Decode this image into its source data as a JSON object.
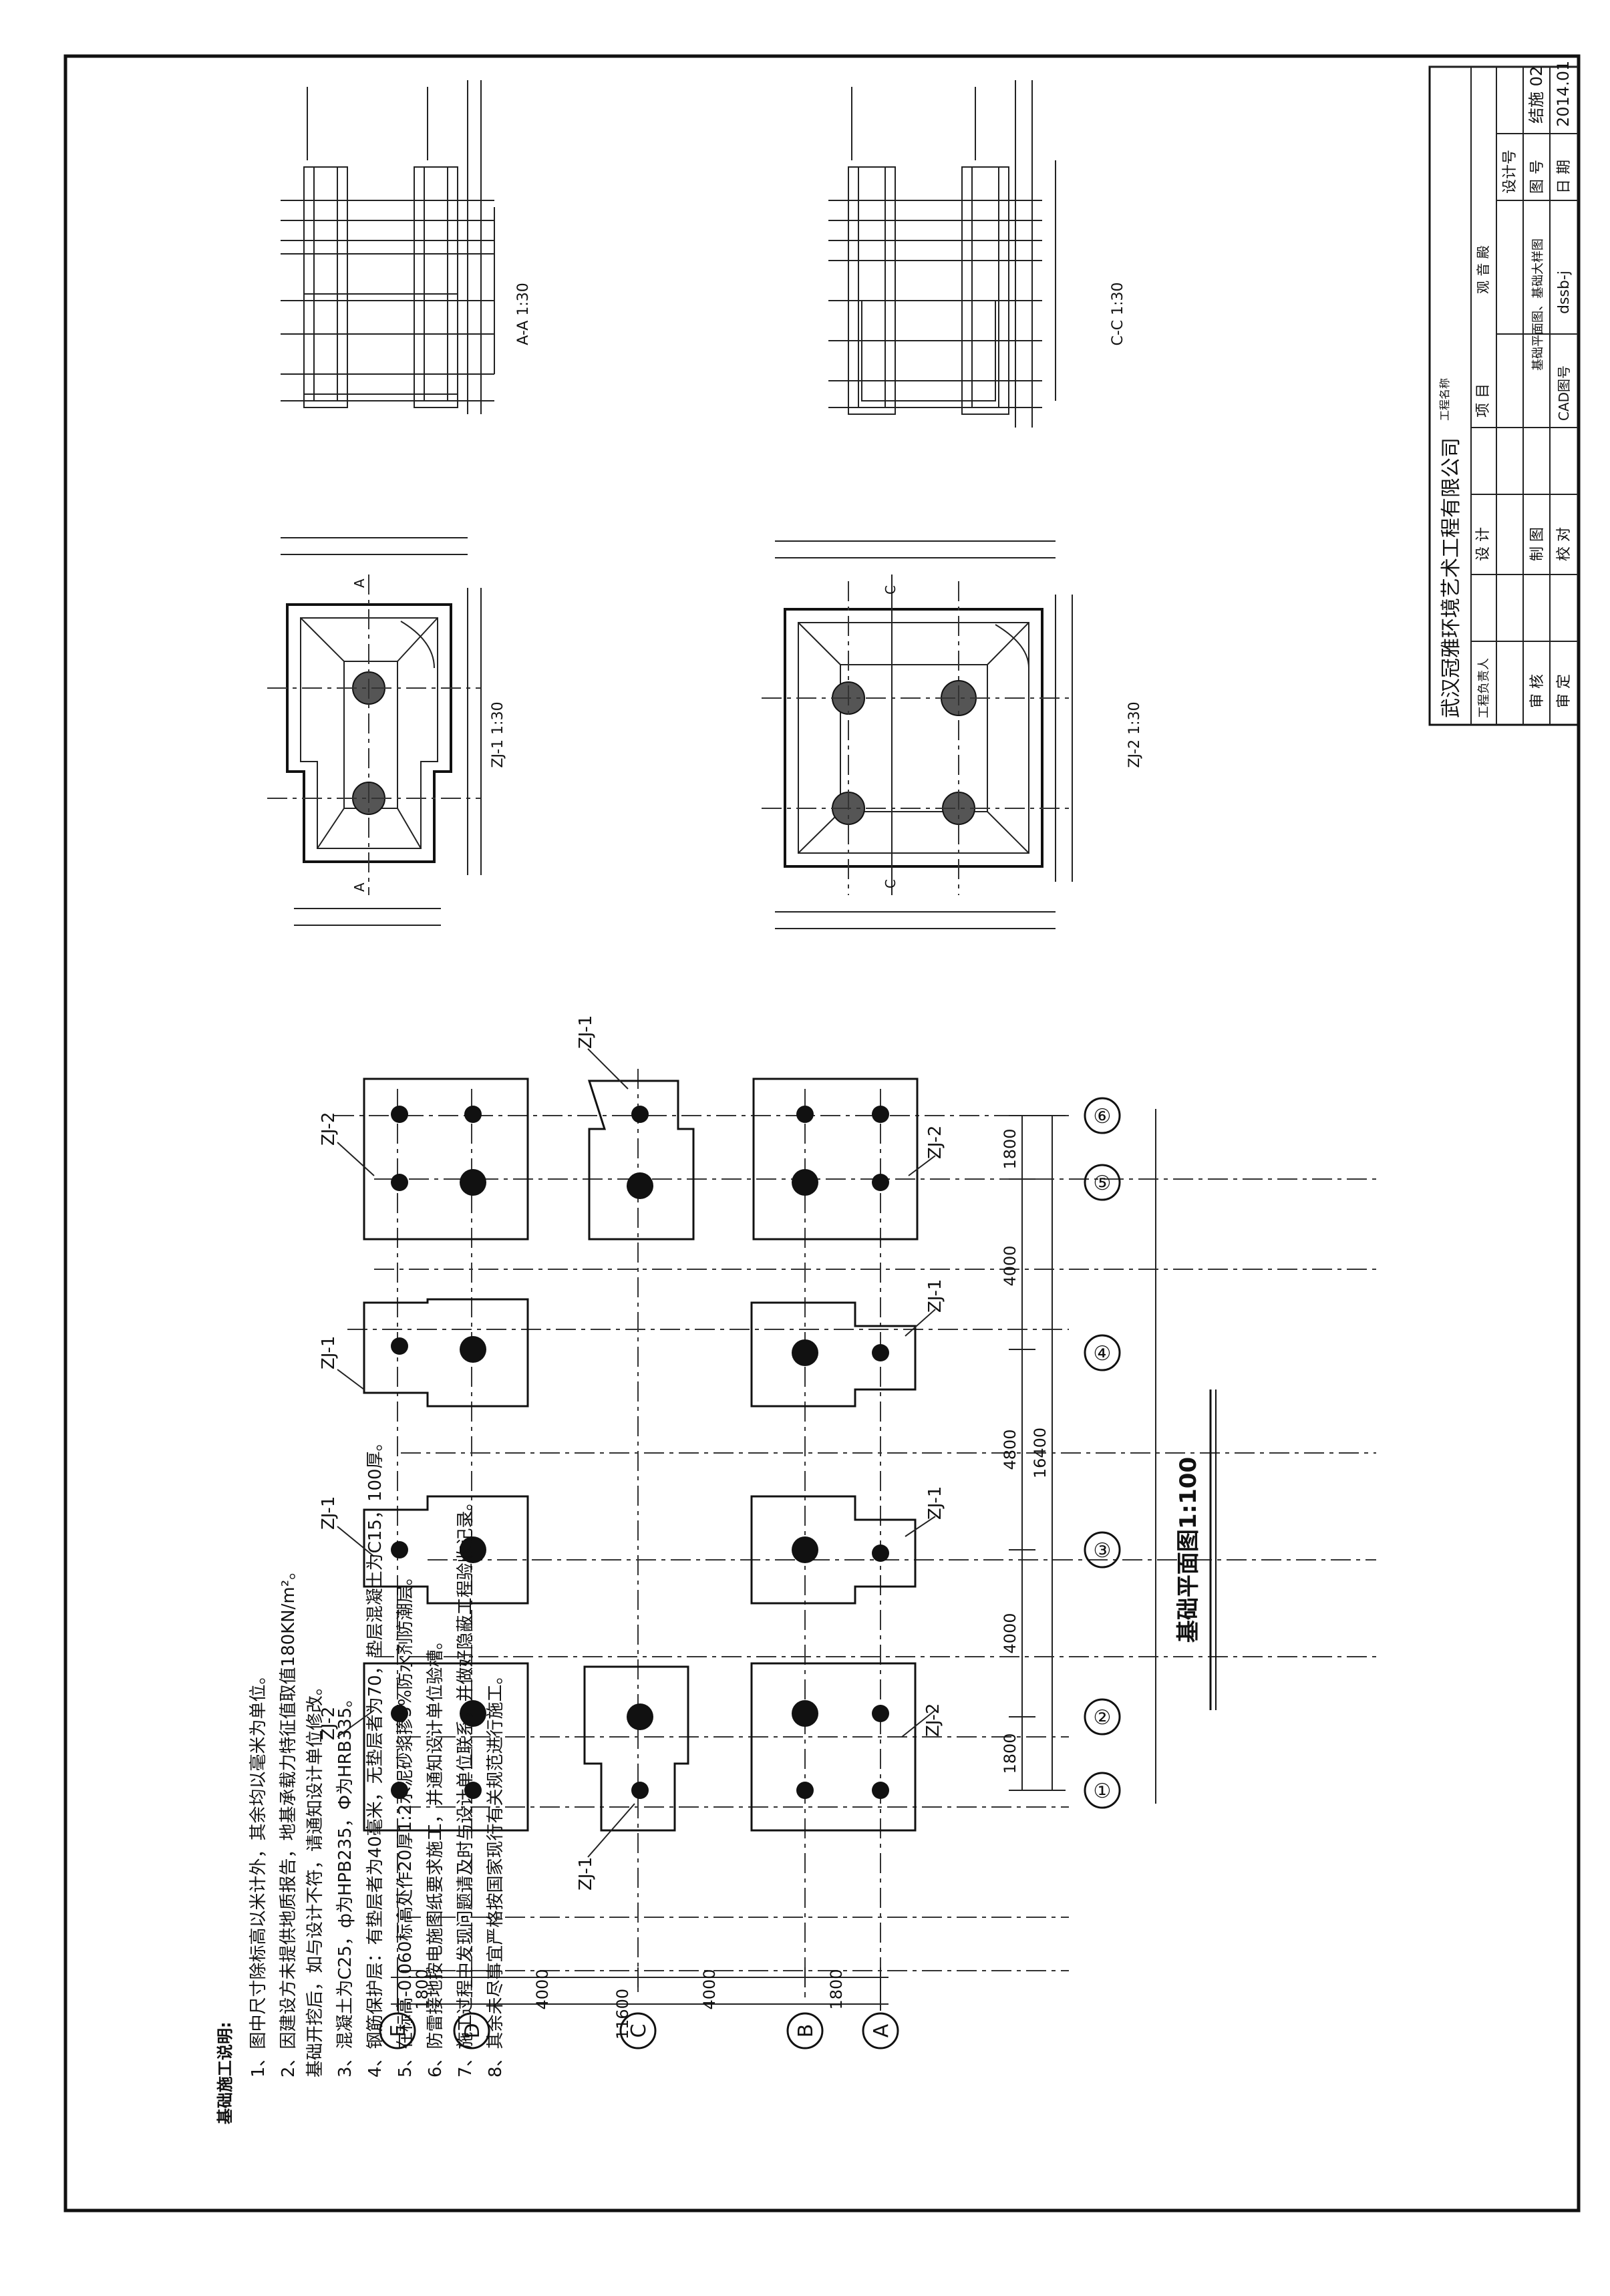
{
  "plan": {
    "title": "基础平面图1:100",
    "footing_types": [
      "ZJ-1",
      "ZJ-2"
    ],
    "grid_cols": [
      "①",
      "②",
      "③",
      "④",
      "⑤",
      "⑥"
    ],
    "grid_rows": [
      "A",
      "B",
      "C",
      "D",
      "E"
    ],
    "dims_vertical": [
      "1800",
      "4000",
      "4800",
      "4000",
      "1800"
    ],
    "dim_total_vertical": "16400",
    "dims_horizontal": [
      "1800",
      "4000",
      "4000",
      "1800"
    ],
    "dim_total_horizontal": "11600"
  },
  "details": {
    "zj1_title": "ZJ-1 1:30",
    "zj2_title": "ZJ-2 1:30",
    "section_a_title": "A-A 1:30",
    "section_c_title": "C-C 1:30",
    "section_mark_a": "A",
    "section_mark_c": "C"
  },
  "notes": {
    "heading": "基础施工说明:",
    "items": [
      "1、图中尺寸除标高以米计外，其余均以毫米为单位。",
      "2、因建设方未提供地质报告，地基承载力特征值取值180KN/m²。",
      "    基础开挖后，如与设计不符，请通知设计单位修改。",
      "3、混凝土为C25，ф为HPB235，Ф为HRB335。",
      "4、钢筋保护层：有垫层者为40毫米，无垫层者为70，垫层混凝土为C15，100厚。",
      "5、在标高-0.060标高处作20厚1:2水泥砂浆掺5%防水剂防潮层。",
      "6、防雷接地按电施图纸要求施工，并通知设计单位验槽。",
      "7、施工过程中发现问题请及时与设计单位联系，并做好隐蔽工程验收记录。",
      "8、其余未尽事宜严格按国家现行有关规范进行施工。"
    ]
  },
  "title_block": {
    "company": "武汉冠雅环境艺术工程有限公司",
    "roles": [
      "工程负责人",
      "审 核",
      "审 定"
    ],
    "roles2": [
      "设 计",
      "制 图",
      "校 对"
    ],
    "project_label": "工程名称",
    "item_label": "项 目",
    "item_value": "观 音 殿",
    "drawing_name": "基础平面图、基础大样图",
    "cad_label": "CAD图号",
    "cad_value": "dssb-j",
    "design_no_label": "设计号",
    "drawing_no_label": "图 号",
    "drawing_no_value": "结施 02",
    "date_label": "日 期",
    "date_value": "2014.01"
  }
}
